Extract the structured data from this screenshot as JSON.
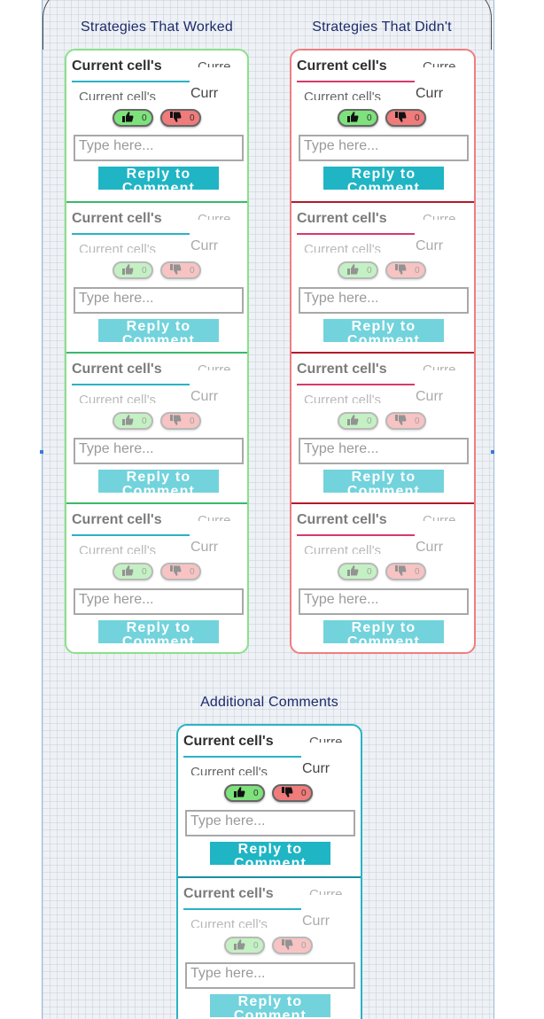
{
  "columns": {
    "worked": {
      "title": "Strategies That Worked"
    },
    "didnt": {
      "title": "Strategies That Didn't"
    },
    "additional": {
      "title": "Additional Comments"
    }
  },
  "card": {
    "title": "Current cell's",
    "title_overflow": "Curre",
    "subtitle": "Current cell's",
    "subtitle_overflow": "Curr",
    "upvote_icon": "thumbs-up-icon",
    "downvote_icon": "thumbs-down-icon",
    "upvote_count": "0",
    "downvote_count": "0",
    "reply_placeholder": "Type here...",
    "reply_button": "Reply to Comment"
  },
  "colors": {
    "worked_border": "#8be08a",
    "didnt_border": "#ee7e80",
    "additional_border": "#2ab3c4",
    "button": "#1fb5c4",
    "upvote": "#7ee27c",
    "downvote": "#f07b7b",
    "title": "#1c2b6b"
  }
}
